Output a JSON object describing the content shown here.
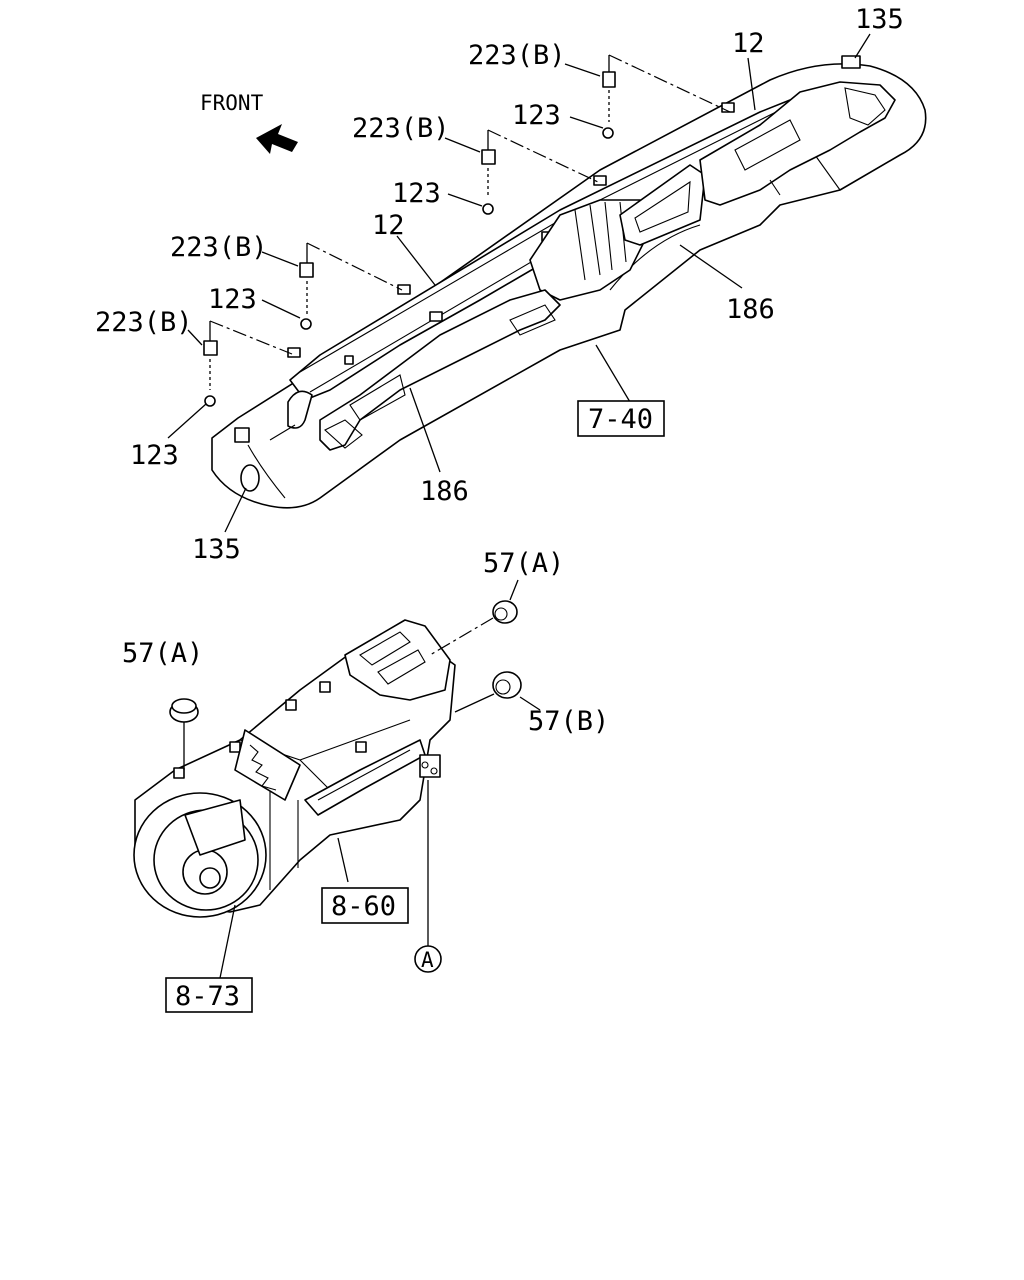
{
  "direction": {
    "label": "FRONT",
    "icon": "front-arrow-icon"
  },
  "callouts": {
    "c135_top": "135",
    "c12_right": "12",
    "c223b_1": "223(B)",
    "c123_1": "123",
    "c223b_2": "223(B)",
    "c123_2": "123",
    "c12_left": "12",
    "c223b_3": "223(B)",
    "c123_3": "123",
    "c223b_4": "223(B)",
    "c123_4": "123",
    "c186_right": "186",
    "c186_left": "186",
    "c135_bottom": "135",
    "c57a_right": "57(A)",
    "c57a_left": "57(A)",
    "c57b": "57(B)",
    "circled": "A"
  },
  "references": {
    "r740": "7-40",
    "r860": "8-60",
    "r873": "8-73"
  }
}
